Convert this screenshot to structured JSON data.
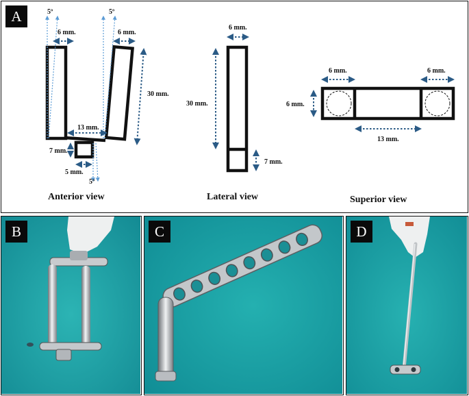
{
  "panels": {
    "a": {
      "label": "A",
      "anterior": {
        "title": "Anterior view",
        "angle_left": "5º",
        "angle_right": "5º",
        "angle_bottom": "5º",
        "width_left": "6 mm.",
        "width_right": "6 mm.",
        "height": "30 mm.",
        "span": "13 mm.",
        "tab_height": "7 mm.",
        "tab_width": "5 mm."
      },
      "lateral": {
        "title": "Lateral view",
        "width": "6 mm.",
        "height": "30 mm.",
        "tab_height": "7 mm."
      },
      "superior": {
        "title": "Superior view",
        "width_left": "6 mm.",
        "width_right": "6 mm.",
        "depth": "6 mm.",
        "span": "13 mm."
      }
    },
    "b": {
      "label": "B"
    },
    "c": {
      "label": "C"
    },
    "d": {
      "label": "D"
    }
  },
  "colors": {
    "dimension_arrow": "#2b5b86",
    "angle_line": "#5b9bd5",
    "drape": "#1fa2a6",
    "metal": "#b7bcc1"
  }
}
